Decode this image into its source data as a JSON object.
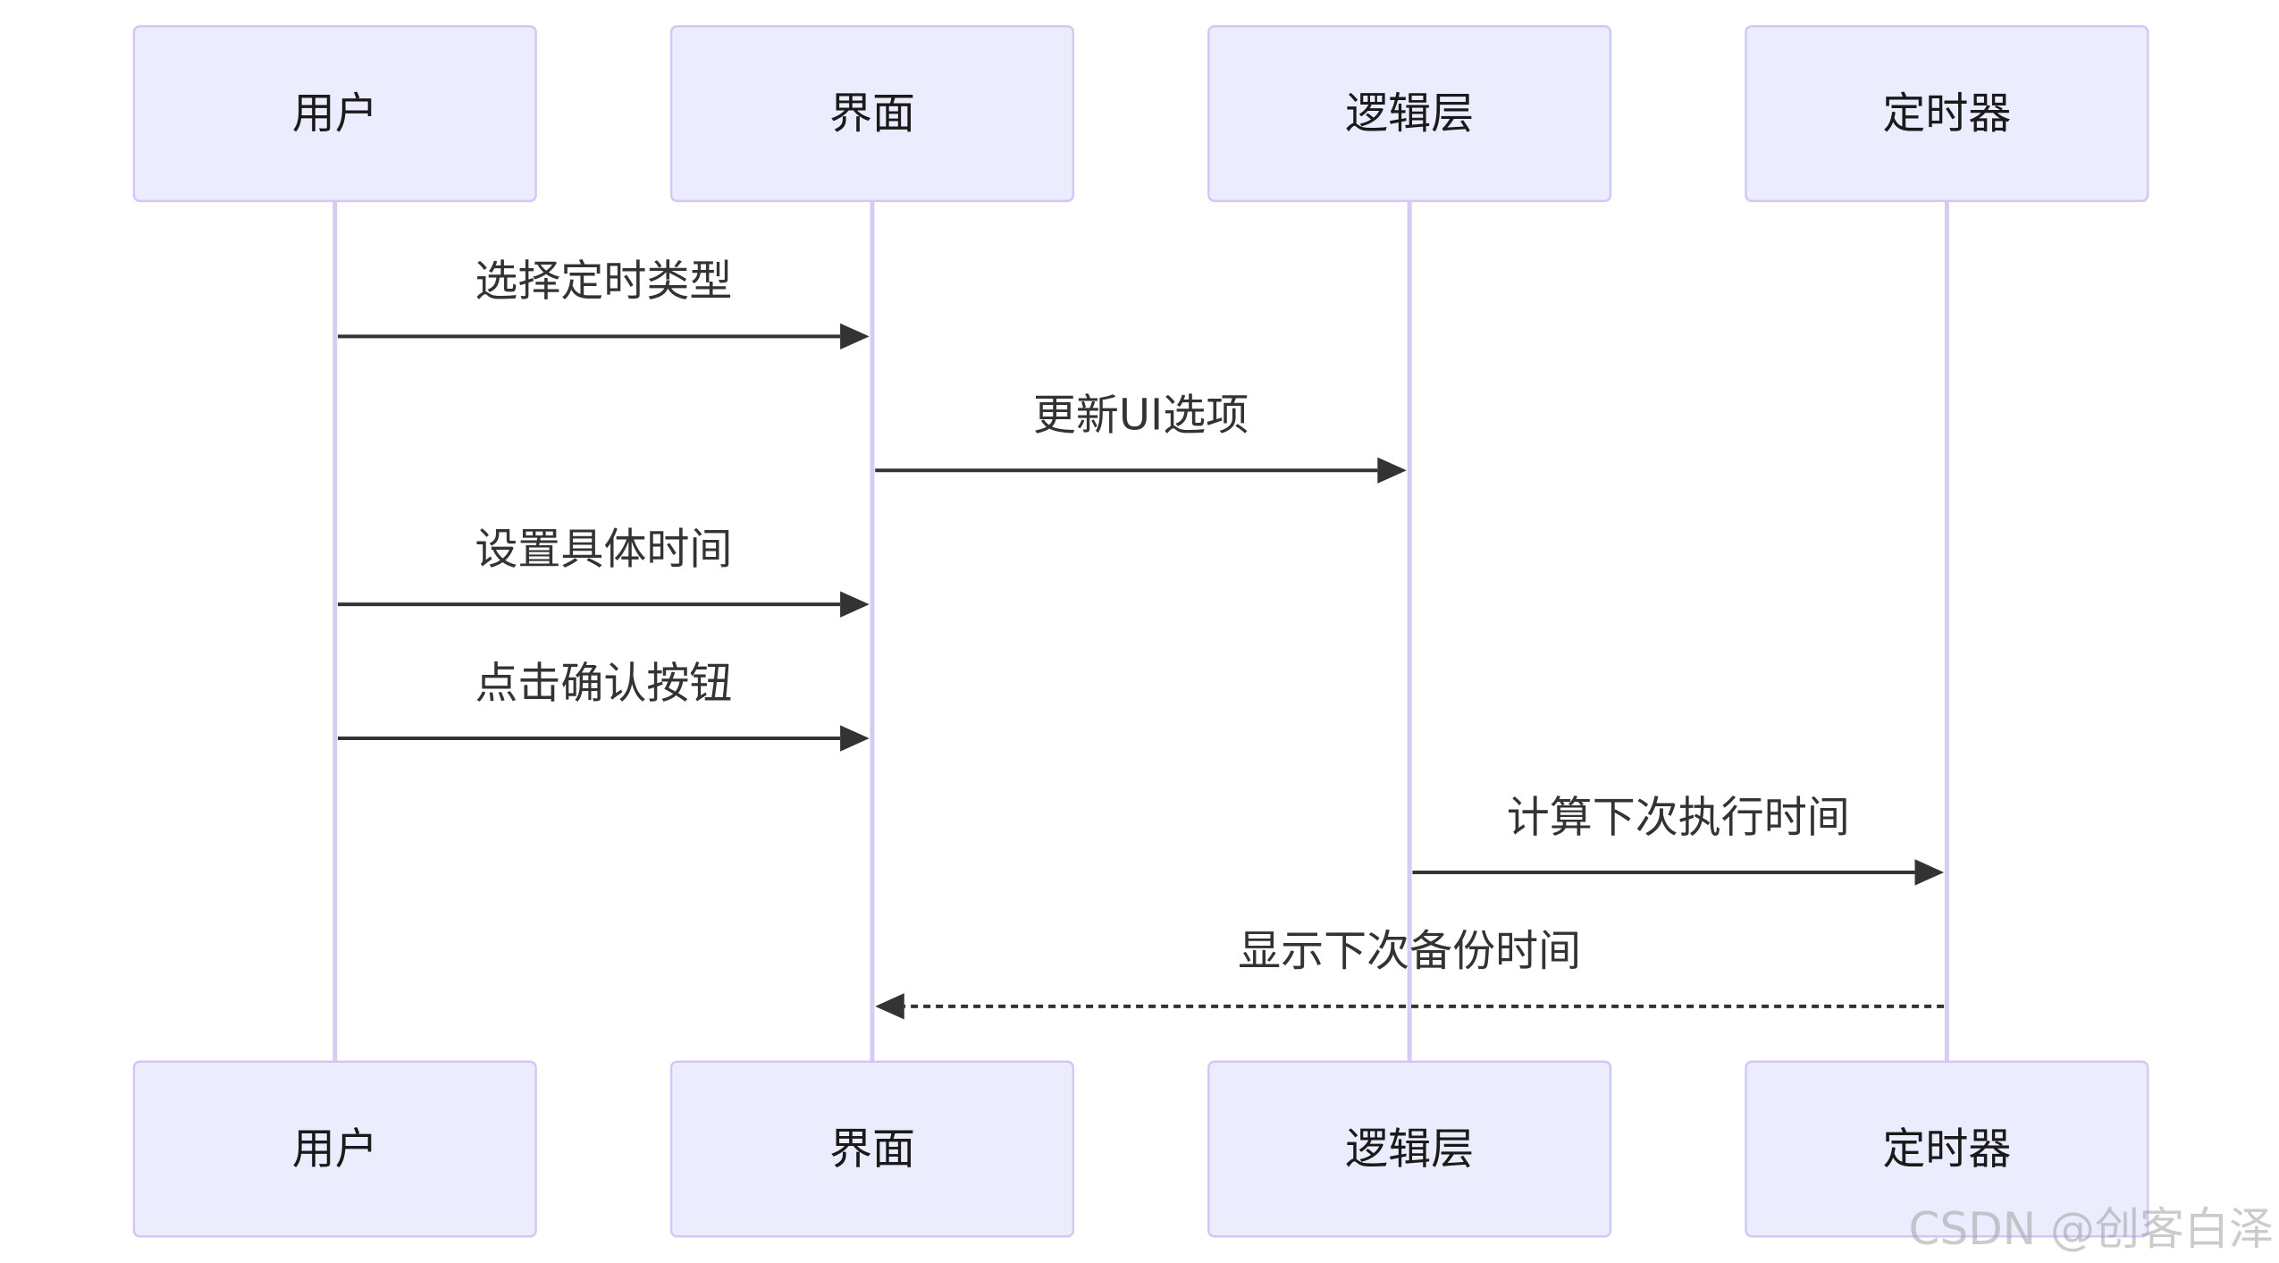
{
  "participants": [
    {
      "id": "user",
      "label": "用户"
    },
    {
      "id": "ui",
      "label": "界面"
    },
    {
      "id": "logic",
      "label": "逻辑层"
    },
    {
      "id": "timer",
      "label": "定时器"
    }
  ],
  "messages": [
    {
      "from": "user",
      "to": "ui",
      "label": "选择定时类型",
      "style": "solid"
    },
    {
      "from": "ui",
      "to": "logic",
      "label": "更新UI选项",
      "style": "solid"
    },
    {
      "from": "user",
      "to": "ui",
      "label": "设置具体时间",
      "style": "solid"
    },
    {
      "from": "user",
      "to": "ui",
      "label": "点击确认按钮",
      "style": "solid"
    },
    {
      "from": "logic",
      "to": "timer",
      "label": "计算下次执行时间",
      "style": "solid"
    },
    {
      "from": "timer",
      "to": "ui",
      "label": "显示下次备份时间",
      "style": "dashed"
    }
  ],
  "watermark": "CSDN @创客白泽",
  "colors": {
    "actor_fill": "#ECECFF",
    "actor_border": "#D3C8F5",
    "lifeline": "#D6CCF2",
    "arrow": "#333333"
  }
}
